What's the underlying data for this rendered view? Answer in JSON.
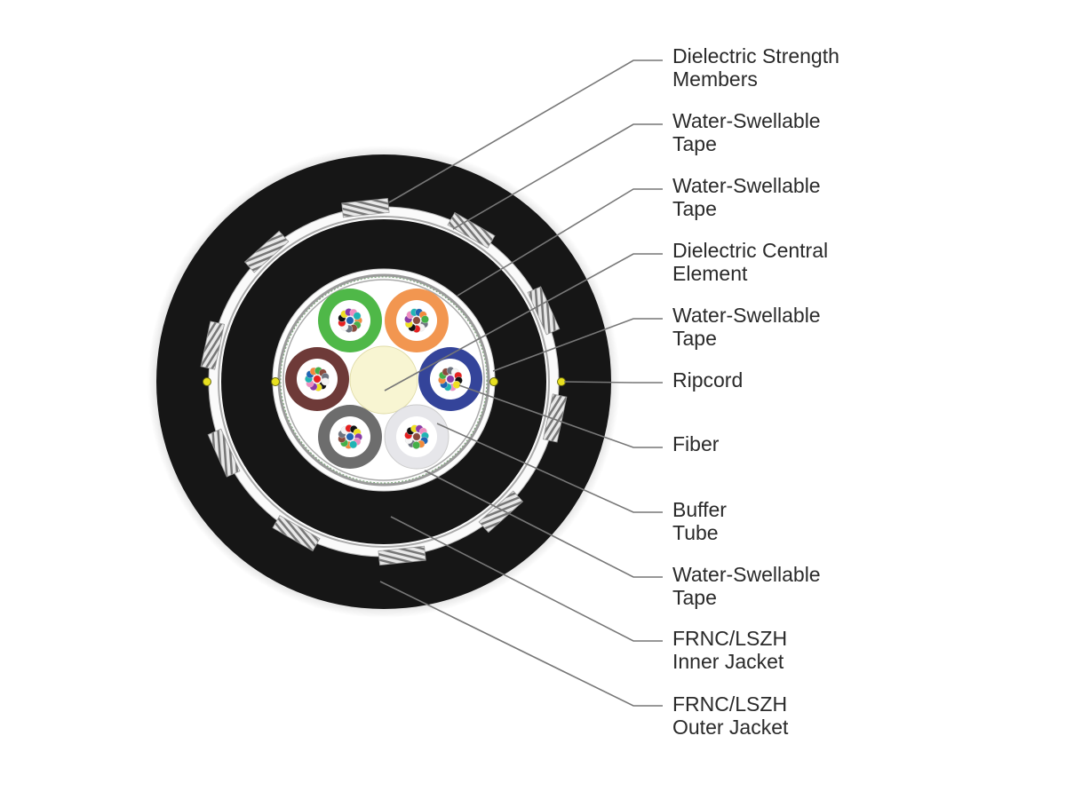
{
  "labels": [
    {
      "text": "Dielectric Strength\nMembers"
    },
    {
      "text": "Water-Swellable\nTape"
    },
    {
      "text": "Water-Swellable\nTape"
    },
    {
      "text": "Dielectric Central\nElement"
    },
    {
      "text": "Water-Swellable\nTape"
    },
    {
      "text": "Ripcord"
    },
    {
      "text": "Fiber"
    },
    {
      "text": "Buffer\nTube"
    },
    {
      "text": "Water-Swellable\nTape"
    },
    {
      "text": "FRNC/LSZH\nInner Jacket"
    },
    {
      "text": "FRNC/LSZH\nOuter Jacket"
    }
  ],
  "colors": {
    "jacket": "#161616",
    "central_element": "#f8f5d2",
    "ripcord": "#e8e020",
    "leader": "#777777",
    "buffer_tubes": [
      "#4fb848",
      "#f29650",
      "#6e3a38",
      "#34449a",
      "#6d6d6d",
      "#e6e6ea"
    ],
    "fibers": [
      "#1e64b4",
      "#f28a3c",
      "#44b048",
      "#8b4a3c",
      "#6e7480",
      "#f4f4f4",
      "#e62020",
      "#111111",
      "#f0e020",
      "#8a3aa8",
      "#f08cc0",
      "#20b4b4"
    ]
  }
}
